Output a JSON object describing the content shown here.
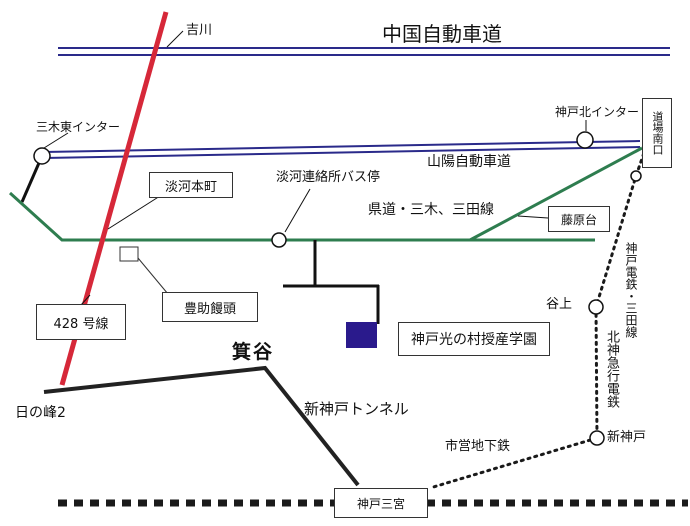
{
  "colors": {
    "expressway": "#2a2a8a",
    "prefectural_road": "#2e7d4f",
    "route428": "#d62839",
    "railway": "#1a1a1a",
    "school_marker": "#2a1a8c"
  },
  "roads": {
    "chugoku_expressway": "中国自動車道",
    "sanyo_expressway": "山陽自動車道",
    "prefectural_road": "県道・三木、三田線",
    "route428": "428 号線",
    "minotani": "箕谷",
    "shinkobe_tunnel": "新神戸トンネル"
  },
  "places": {
    "yokawa": "吉川",
    "miki_higashi_ic": "三木東インター",
    "kobe_kita_ic": "神戸北インター",
    "ougo_honmachi": "淡河本町",
    "ougo_bus_stop": "淡河連絡所バス停",
    "fujiwaradai": "藤原台",
    "houjo_manju": "豊助饅頭",
    "school": "神戸光の村授産学園",
    "hinomine": "日の峰2",
    "dojo_minamiguchi": "道場南口",
    "tanigami": "谷上",
    "shinkobe": "新神戸",
    "sannomiya": "神戸三宮"
  },
  "railways": {
    "shintetsu": "神戸電鉄・三田線",
    "hokushin": "北神急行電鉄",
    "subway": "市営地下鉄"
  }
}
